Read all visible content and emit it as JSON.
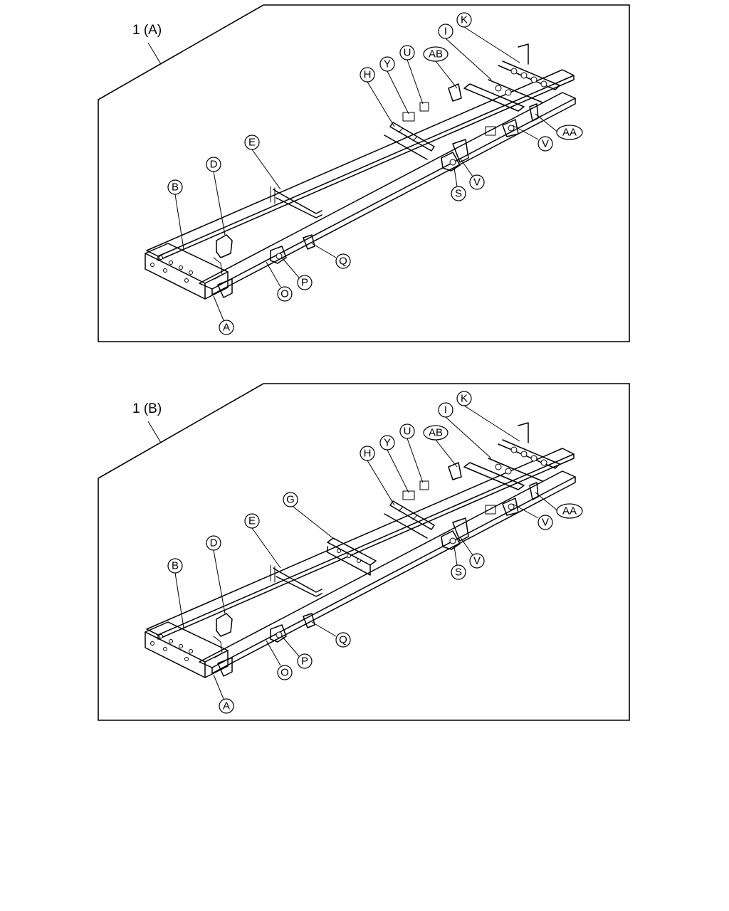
{
  "panels": [
    {
      "title": "1 (A)",
      "labels": [
        "K",
        "I",
        "AB",
        "U",
        "Y",
        "H",
        "E",
        "D",
        "B",
        "AA",
        "V",
        "V",
        "S",
        "Q",
        "P",
        "O",
        "A"
      ]
    },
    {
      "title": "1 (B)",
      "labels": [
        "K",
        "I",
        "AB",
        "U",
        "Y",
        "H",
        "G",
        "E",
        "D",
        "B",
        "AA",
        "V",
        "V",
        "S",
        "Q",
        "P",
        "O",
        "A"
      ]
    }
  ]
}
